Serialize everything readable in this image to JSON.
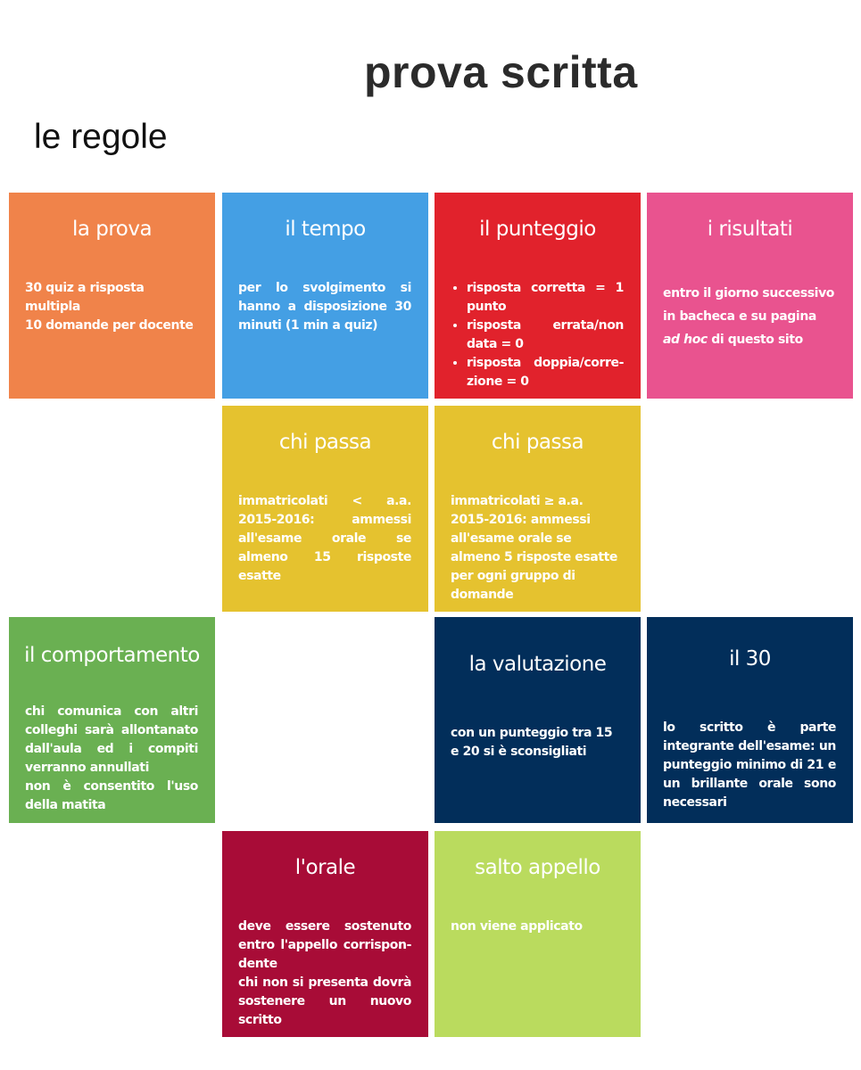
{
  "header": {
    "title": "prova scritta",
    "subtitle": "le regole"
  },
  "colors": {
    "orange": "#f0834a",
    "blue": "#449fe4",
    "red": "#e1222c",
    "pink": "#e9538f",
    "yellow": "#e5c22f",
    "green": "#6ab052",
    "navy": "#022e5a",
    "crimson": "#a80c37",
    "lime": "#badb5e"
  },
  "tiles": {
    "prova": {
      "title": "la prova",
      "lines": [
        "30 quiz a risposta multipla",
        "10 domande per docente"
      ]
    },
    "tempo": {
      "title": "il tempo",
      "text": "per lo svolgimento si hanno a disposizione 30 minuti (1 min a quiz)"
    },
    "punteggio": {
      "title": "il punteggio",
      "items": [
        "risposta corretta = 1 punto",
        "risposta errata/non data = 0",
        "risposta doppia/corre-zione = 0"
      ]
    },
    "risultati": {
      "title": "i risultati",
      "text_before": "entro il giorno successivo in bacheca e su pagina ",
      "text_italic": "ad hoc",
      "text_after": " di questo sito"
    },
    "passa1": {
      "title": "chi passa",
      "text": "immatricolati < a.a. 2015-2016: ammessi all'esame orale se almeno 15 risposte esatte"
    },
    "passa2": {
      "title": "chi passa",
      "text": "immatricolati ≥ a.a. 2015-2016: ammessi all'esame orale se almeno 5 risposte esatte per ogni gruppo di domande"
    },
    "comportamento": {
      "title": "il comportamento",
      "lines": [
        "chi comunica con altri colleghi sarà allontanato dall'aula ed i compiti verranno annullati",
        "non è consentito l'uso della matita"
      ]
    },
    "valutazione": {
      "title": "la valutazione",
      "text": "con un punteggio tra 15 e 20 si è sconsigliati"
    },
    "trenta": {
      "title": "il 30",
      "text": "lo scritto è parte integrante dell'esame: un punteggio minimo di 21 e un brillante orale sono necessari"
    },
    "orale": {
      "title": "l'orale",
      "lines": [
        "deve essere sostenuto entro l'appello corrispon-dente",
        "chi non si presenta dovrà sostenere un nuovo scritto"
      ]
    },
    "salto": {
      "title": "salto appello",
      "text": "non viene applicato"
    }
  }
}
